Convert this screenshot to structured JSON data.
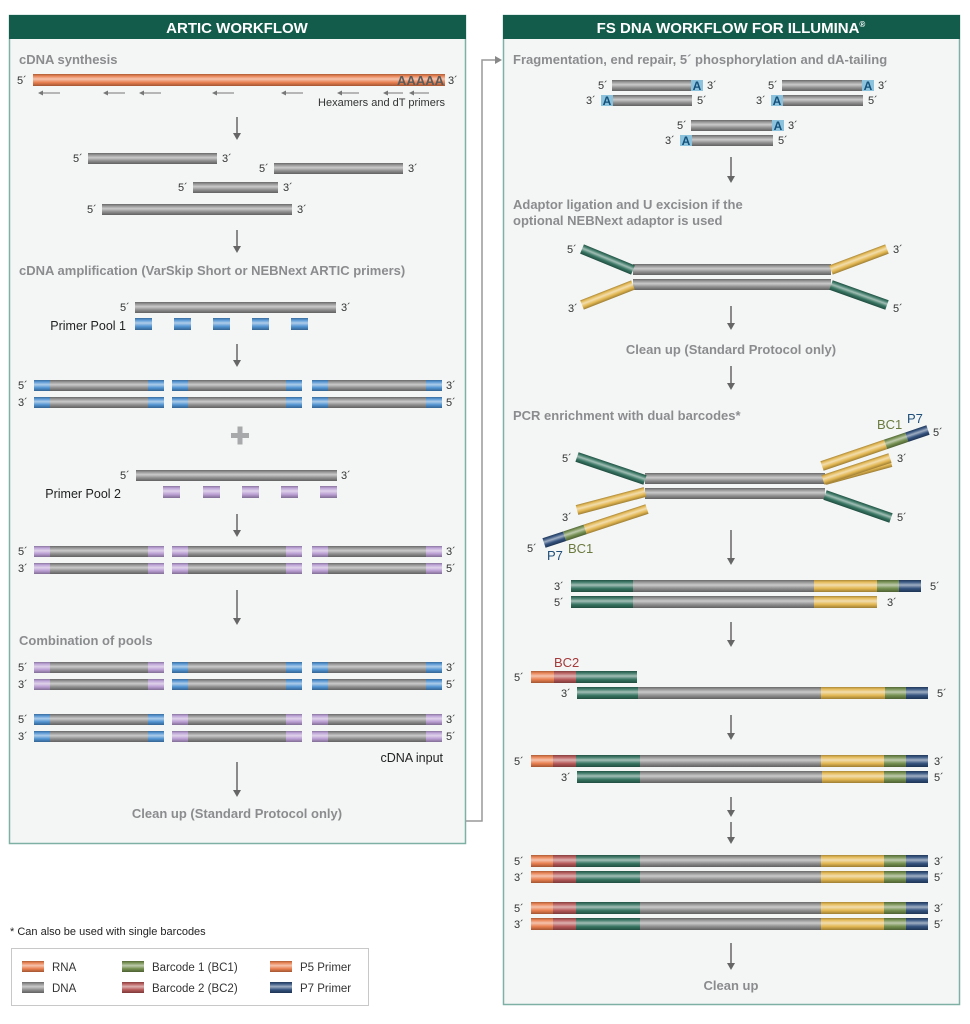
{
  "colors": {
    "header": "#135c4b",
    "panel_bg": "#f4f6f6",
    "panel_border": "#7fb0a4",
    "step_text": "#8a8c8e",
    "arrow": "#666666",
    "rna": "#e87a48",
    "dna": "#8a8a8a",
    "primer_pool_1": "#4a8fd0",
    "primer_pool_2": "#b79bd2",
    "adaptor_green": "#2e6e5a",
    "adaptor_yellow": "#e2b44a",
    "bc1": "#6e8a48",
    "bc2": "#b35252",
    "p5": "#e87a48",
    "p7": "#2a4a78",
    "a_tail": "#7ab8d8"
  },
  "artic": {
    "title": "ARTIC WORKFLOW",
    "steps": {
      "cdna_synthesis": "cDNA synthesis",
      "cdna_amplification": "cDNA amplification (VarSkip Short or NEBNext ARTIC primers)",
      "combination": "Combination of pools",
      "cleanup": "Clean up (Standard Protocol only)"
    },
    "polyA": "AAAAA",
    "hexamers_label": "Hexamers and dT primers",
    "primer_pool_1": "Primer Pool 1",
    "primer_pool_2": "Primer Pool 2",
    "plus": "+",
    "cdna_input": "cDNA input",
    "end5": "5´",
    "end3": "3´"
  },
  "fs": {
    "title": "FS DNA WORKFLOW FOR ILLUMINA",
    "title_mark": "®",
    "steps": {
      "fragmentation": "Fragmentation, end repair, 5´ phosphorylation and dA-tailing",
      "adaptor_line1": "Adaptor ligation and U excision if the",
      "adaptor_line2": "optional NEBNext adaptor is used",
      "cleanup_std": "Clean up (Standard Protocol only)",
      "pcr": "PCR enrichment with dual barcodes*",
      "cleanup": "Clean up"
    },
    "a_base": "A",
    "bc1": "BC1",
    "bc2": "BC2",
    "p7": "P7"
  },
  "footnote": "* Can also be used with single barcodes",
  "legend": {
    "items": [
      {
        "label": "RNA",
        "color": "#e87a48"
      },
      {
        "label": "Barcode 1 (BC1)",
        "color": "#6e8a48"
      },
      {
        "label": "P5 Primer",
        "color": "#e87a48"
      },
      {
        "label": "DNA",
        "color": "#8a8a8a"
      },
      {
        "label": "Barcode 2 (BC2)",
        "color": "#b35252"
      },
      {
        "label": "P7 Primer",
        "color": "#2a4a78"
      }
    ]
  }
}
